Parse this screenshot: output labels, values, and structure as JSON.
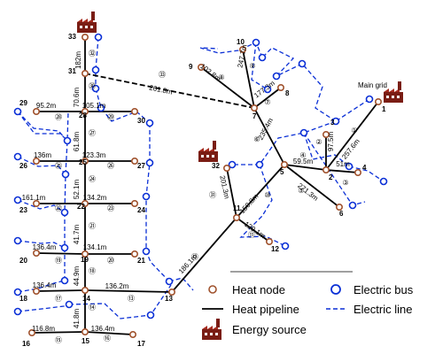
{
  "legend": {
    "heat_node": "Heat node",
    "heat_pipeline": "Heat pipeline",
    "energy_source": "Energy source",
    "electric_bus": "Electric bus",
    "electric_line": "Electric line"
  },
  "main_grid_label": "Main grid",
  "heat_nodes": [
    {
      "id": "1",
      "label": "1"
    },
    {
      "id": "2",
      "label": "2"
    },
    {
      "id": "3",
      "label": "3"
    },
    {
      "id": "4",
      "label": "4"
    },
    {
      "id": "5",
      "label": "5"
    },
    {
      "id": "6",
      "label": "6"
    },
    {
      "id": "7",
      "label": "7"
    },
    {
      "id": "8",
      "label": "8"
    },
    {
      "id": "9",
      "label": "9"
    },
    {
      "id": "10",
      "label": "10"
    },
    {
      "id": "11",
      "label": "11"
    },
    {
      "id": "12",
      "label": "12"
    },
    {
      "id": "13",
      "label": "13"
    },
    {
      "id": "14",
      "label": "14"
    },
    {
      "id": "15",
      "label": "15"
    },
    {
      "id": "16",
      "label": "16"
    },
    {
      "id": "17",
      "label": "17"
    },
    {
      "id": "18",
      "label": "18"
    },
    {
      "id": "19",
      "label": "19"
    },
    {
      "id": "20",
      "label": "20"
    },
    {
      "id": "21",
      "label": "21"
    },
    {
      "id": "22",
      "label": "22"
    },
    {
      "id": "23",
      "label": "23"
    },
    {
      "id": "24",
      "label": "24"
    },
    {
      "id": "25",
      "label": "25"
    },
    {
      "id": "26",
      "label": "26"
    },
    {
      "id": "27",
      "label": "27"
    },
    {
      "id": "28",
      "label": "28"
    },
    {
      "id": "29",
      "label": "29"
    },
    {
      "id": "30",
      "label": "30"
    },
    {
      "id": "31",
      "label": "31"
    },
    {
      "id": "32",
      "label": "32"
    },
    {
      "id": "33",
      "label": "33"
    }
  ],
  "pipes": [
    {
      "no": "①",
      "length": "257.6m"
    },
    {
      "no": "②",
      "length": "97.5m"
    },
    {
      "no": "③",
      "length": "51m"
    },
    {
      "no": "④",
      "length": "59.5m"
    },
    {
      "no": "⑤",
      "length": "271.3m"
    },
    {
      "no": "⑥",
      "length": "235.4m"
    },
    {
      "no": "⑦",
      "length": "177.3m"
    },
    {
      "no": "⑧",
      "length": "102.8m"
    },
    {
      "no": "⑨",
      "length": "247.7m"
    },
    {
      "no": "⑩",
      "length": "150.8m"
    },
    {
      "no": "⑪",
      "length": "129.1m"
    },
    {
      "no": "⑫",
      "length": "186.1m"
    },
    {
      "no": "⑬",
      "length": "136.2m"
    },
    {
      "no": "⑭",
      "length": "41.8m"
    },
    {
      "no": "⑮",
      "length": "116.8m"
    },
    {
      "no": "⑯",
      "length": "136.4m"
    },
    {
      "no": "⑰",
      "length": "136.4m"
    },
    {
      "no": "⑱",
      "length": "44.9m"
    },
    {
      "no": "⑲",
      "length": "136.4m"
    },
    {
      "no": "⑳",
      "length": "134.1m"
    },
    {
      "no": "㉑",
      "length": "41.7m"
    },
    {
      "no": "㉒",
      "length": "161.1m"
    },
    {
      "no": "㉓",
      "length": "134.2m"
    },
    {
      "no": "㉔",
      "length": "52.1m"
    },
    {
      "no": "㉕",
      "length": "136m"
    },
    {
      "no": "㉖",
      "length": "123.3m"
    },
    {
      "no": "㉗",
      "length": "61.8m"
    },
    {
      "no": "㉘",
      "length": "95.2m"
    },
    {
      "no": "㉙",
      "length": "105.1m"
    },
    {
      "no": "㉚",
      "length": "70.6m"
    },
    {
      "no": "㉛",
      "length": "201.3m"
    },
    {
      "no": "㉜",
      "length": "182m"
    },
    {
      "no": "㉝",
      "length": "261.8m"
    }
  ]
}
